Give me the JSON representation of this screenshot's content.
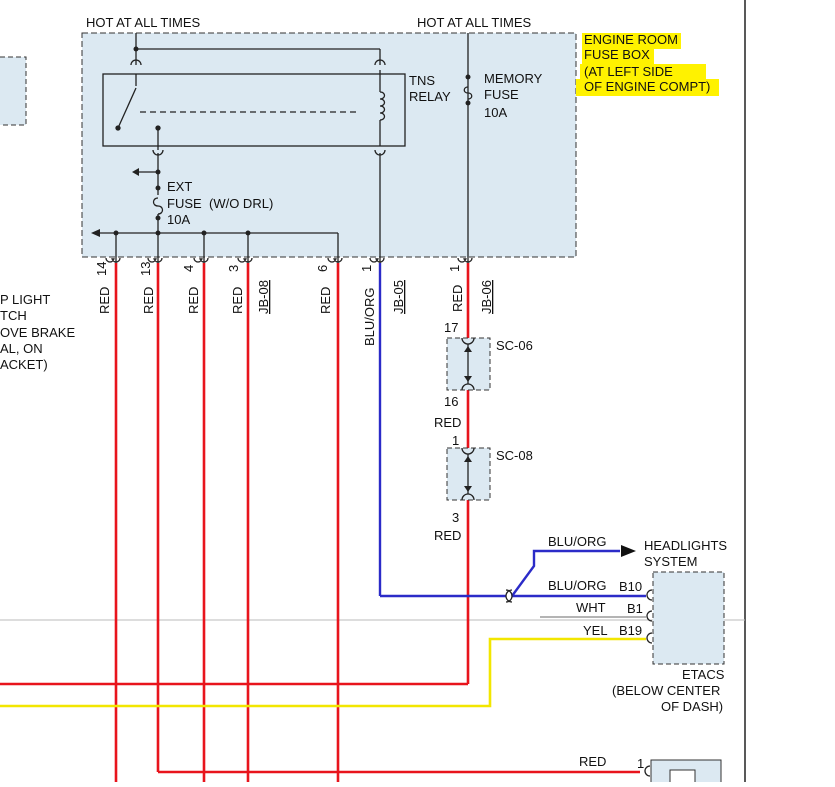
{
  "diagram": {
    "fuse_box": {
      "hot_left": "HOT AT ALL TIMES",
      "hot_right": "HOT AT ALL TIMES",
      "title_lines": [
        "ENGINE ROOM",
        "FUSE BOX",
        "(AT LEFT SIDE",
        "OF ENGINE COMPT)"
      ],
      "tns_relay": [
        "TNS",
        "RELAY"
      ],
      "memory_fuse": [
        "MEMORY",
        "FUSE",
        "10A"
      ],
      "ext_fuse": [
        "EXT",
        "FUSE",
        "(W/O DRL)",
        "10A"
      ]
    },
    "left_label_lines": [
      "P LIGHT",
      "TCH",
      "OVE BRAKE",
      "AL, ON",
      "ACKET)"
    ],
    "pins": [
      {
        "pin": "14",
        "wire": "RED"
      },
      {
        "pin": "13",
        "wire": "RED"
      },
      {
        "pin": "4",
        "wire": "RED"
      },
      {
        "pin": "3",
        "wire": "RED",
        "ref": "JB-08"
      },
      {
        "pin": "6",
        "wire": "RED"
      },
      {
        "pin": "1",
        "wire": "BLU/ORG",
        "ref": "JB-05"
      },
      {
        "pin": "1",
        "wire": "RED",
        "ref": "JB-06"
      }
    ],
    "splices": [
      {
        "name": "SC-06",
        "pin_top": "17",
        "pin_bottom": "16"
      },
      {
        "name": "SC-08",
        "pin_top": "1",
        "pin_bottom": "3"
      }
    ],
    "between_splices_wire": "RED",
    "after_sc08_wire": "RED",
    "headlights": {
      "wire": "BLU/ORG",
      "lines": [
        "HEADLIGHTS",
        "SYSTEM"
      ]
    },
    "etacs": {
      "connections": [
        {
          "wire": "BLU/ORG",
          "pin": "B10"
        },
        {
          "wire": "WHT",
          "pin": "B1"
        },
        {
          "wire": "YEL",
          "pin": "B19"
        }
      ],
      "lines": [
        "ETACS",
        "(BELOW CENTER",
        "OF DASH)"
      ]
    },
    "bottom_right": {
      "wire": "RED",
      "pin": "1"
    },
    "colors": {
      "red": "#e8141c",
      "blue": "#2b2bc8",
      "yellow": "#f2e600",
      "box_fill": "#dce9f2",
      "highlight": "#fff200"
    }
  }
}
